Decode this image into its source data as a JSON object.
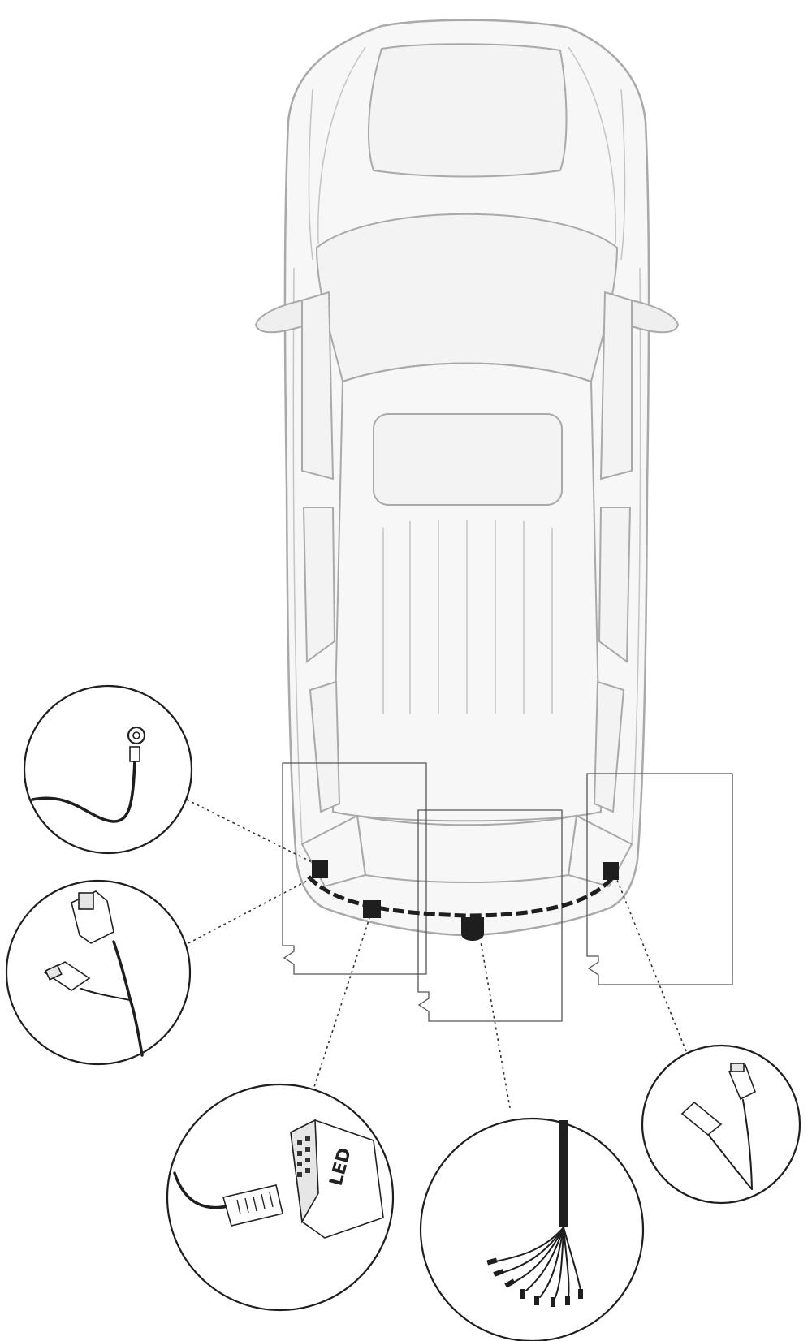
{
  "diagram": {
    "module_label": "LED"
  },
  "colors": {
    "car_outline": "#a9a9a9",
    "car_body": "#f7f7f7",
    "harness": "#1e1e1e"
  },
  "callouts": [
    {
      "id": "ground-ring",
      "icon": "ring-terminal-icon"
    },
    {
      "id": "left-light-connectors",
      "icon": "connector-pair-icon"
    },
    {
      "id": "control-module",
      "icon": "module-icon"
    },
    {
      "id": "socket-wires",
      "icon": "wire-bundle-icon"
    },
    {
      "id": "right-light-connectors",
      "icon": "connector-pair-icon"
    }
  ]
}
